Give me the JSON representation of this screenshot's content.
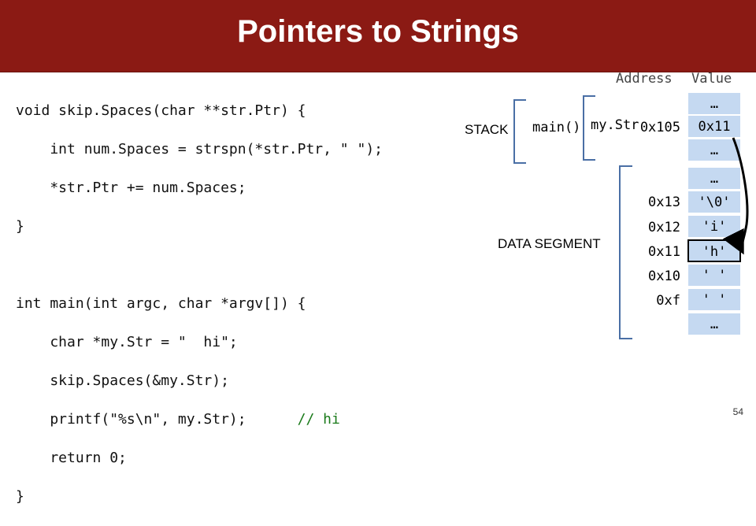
{
  "title": "Pointers to Strings",
  "code_lines": [
    "void skip.Spaces(char **str.Ptr) {",
    "    int num.Spaces = strspn(*str.Ptr, \" \");",
    "    *str.Ptr += num.Spaces;",
    "}",
    "",
    "int main(int argc, char *argv[]) {",
    "    char *my.Str = \"  hi\";",
    "    skip.Spaces(&my.Str);",
    "    printf(\"%s\\n\", my.Str);"
  ],
  "code_comment": "// hi",
  "code_tail": [
    "    return 0;",
    "}"
  ],
  "headers": {
    "address": "Address",
    "value": "Value"
  },
  "stack_label": "STACK",
  "frame_label": "main()",
  "var_label": "my.Str",
  "data_segment_label": "DATA SEGMENT",
  "memory": [
    {
      "address": "",
      "value": "…"
    },
    {
      "address": "0x105",
      "value": "0x11"
    },
    {
      "address": "",
      "value": "…"
    },
    {
      "address": "",
      "value": "…"
    },
    {
      "address": "0x13",
      "value": "'\\0'"
    },
    {
      "address": "0x12",
      "value": "'i'"
    },
    {
      "address": "0x11",
      "value": "'h'"
    },
    {
      "address": "0x10",
      "value": "' '"
    },
    {
      "address": "0xf",
      "value": "' '"
    },
    {
      "address": "",
      "value": "…"
    }
  ],
  "colors": {
    "banner": "#8b1a14",
    "cell": "#c5d9f1",
    "bracket": "#4a6fa5",
    "comment": "#1a7a1a"
  },
  "slide_number": "54"
}
